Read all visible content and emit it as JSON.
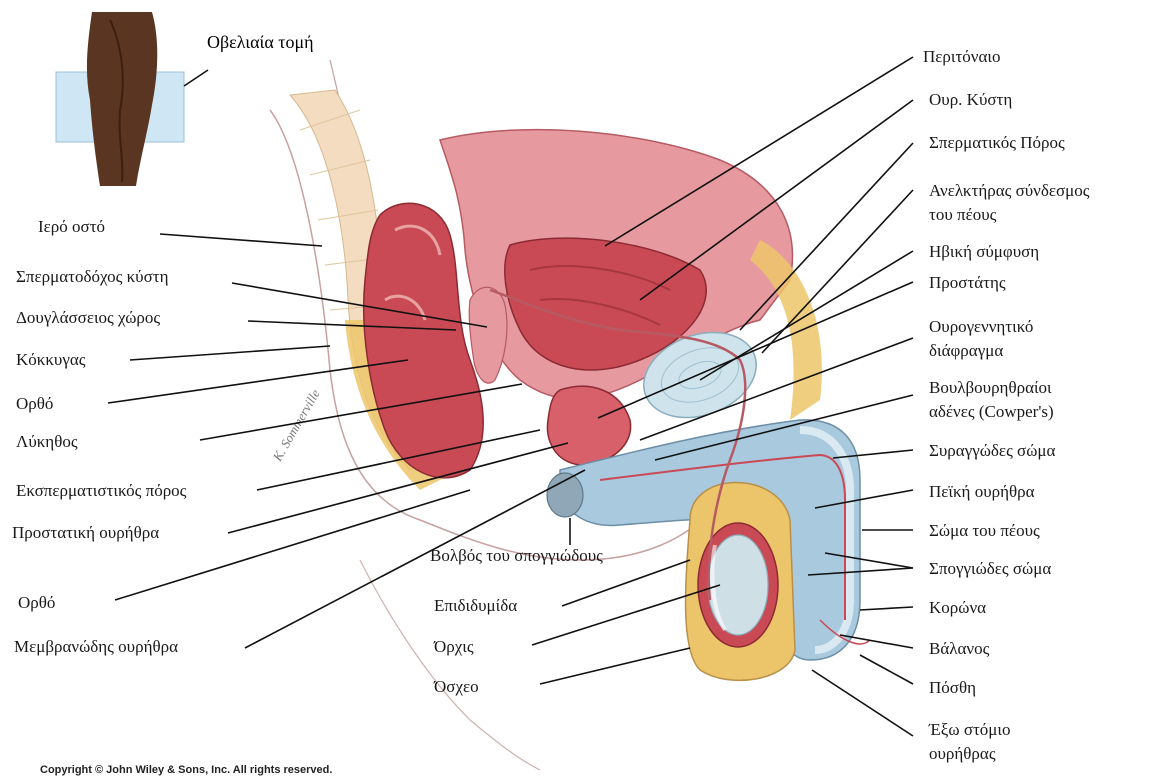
{
  "thumbnail": {
    "label": "Οβελιαία τομή"
  },
  "labels_left": [
    {
      "id": "sacrum",
      "text": "Ιερό οστό"
    },
    {
      "id": "seminal-vesicle",
      "text": "Σπερματοδόχος κύστη"
    },
    {
      "id": "rectouterine-pouch",
      "text": "Δουγλάσσειος χώρος"
    },
    {
      "id": "coccyx",
      "text": "Κόκκυγας"
    },
    {
      "id": "rectum",
      "text": "Ορθό"
    },
    {
      "id": "ampulla",
      "text": "Λύκηθος"
    },
    {
      "id": "ejaculatory-duct",
      "text": "Εκσπερματιστικός πόρος"
    },
    {
      "id": "prostatic-urethra",
      "text": "Προστατική ουρήθρα"
    },
    {
      "id": "rectum-2",
      "text": "Ορθό"
    },
    {
      "id": "membranous-urethra",
      "text": "Μεμβρανώδης ουρήθρα"
    }
  ],
  "labels_center": [
    {
      "id": "bulb-of-penis",
      "text": "Βολβός του σπογγιώδους"
    },
    {
      "id": "epididymis",
      "text": "Επιδιδυμίδα"
    },
    {
      "id": "testis",
      "text": "Όρχις"
    },
    {
      "id": "scrotum",
      "text": "Όσχεο"
    }
  ],
  "labels_right": [
    {
      "id": "peritoneum",
      "lines": [
        "Περιτόναιο"
      ]
    },
    {
      "id": "urinary-bladder",
      "lines": [
        "Ουρ. Κύστη"
      ]
    },
    {
      "id": "ductus-deferens",
      "lines": [
        "Σπερματικός Πόρος"
      ]
    },
    {
      "id": "suspensory-ligament",
      "lines": [
        "Ανελκτήρας σύνδεσμος",
        "του πέους"
      ]
    },
    {
      "id": "pubic-symphysis",
      "lines": [
        "Ηβική σύμφυση"
      ]
    },
    {
      "id": "prostate",
      "lines": [
        "Προστάτης"
      ]
    },
    {
      "id": "urogenital-diaphragm",
      "lines": [
        "Ουρογεννητικό",
        "διάφραγμα"
      ]
    },
    {
      "id": "bulbourethral-glands",
      "lines": [
        "Βουλβουρηθραίοι",
        "αδένες (Cowper's)"
      ]
    },
    {
      "id": "corpus-cavernosum",
      "lines": [
        "Συραγγώδες σώμα"
      ]
    },
    {
      "id": "spongy-urethra",
      "lines": [
        "Πεϊκή ουρήθρα"
      ]
    },
    {
      "id": "body-of-penis",
      "lines": [
        "Σώμα του πέους"
      ]
    },
    {
      "id": "corpus-spongiosum",
      "lines": [
        "Σπογγιώδες σώμα"
      ]
    },
    {
      "id": "corona",
      "lines": [
        "Κορώνα"
      ]
    },
    {
      "id": "glans",
      "lines": [
        "Βάλανος"
      ]
    },
    {
      "id": "prepuce",
      "lines": [
        "Πόσθη"
      ]
    },
    {
      "id": "external-urethral-orifice",
      "lines": [
        "Έξω στόμιο",
        "ουρήθρας"
      ]
    }
  ],
  "signature": "K. Sommerville",
  "copyright": "Copyright © John Wiley & Sons, Inc. All rights reserved.",
  "colors": {
    "tissue_red": "#c94a55",
    "tissue_pink": "#e7a2a2",
    "fat_yellow": "#ecc56a",
    "bone_beige": "#f3dcc0",
    "erectile_blue": "#a9c9df",
    "skin_brown": "#6b3f27"
  }
}
